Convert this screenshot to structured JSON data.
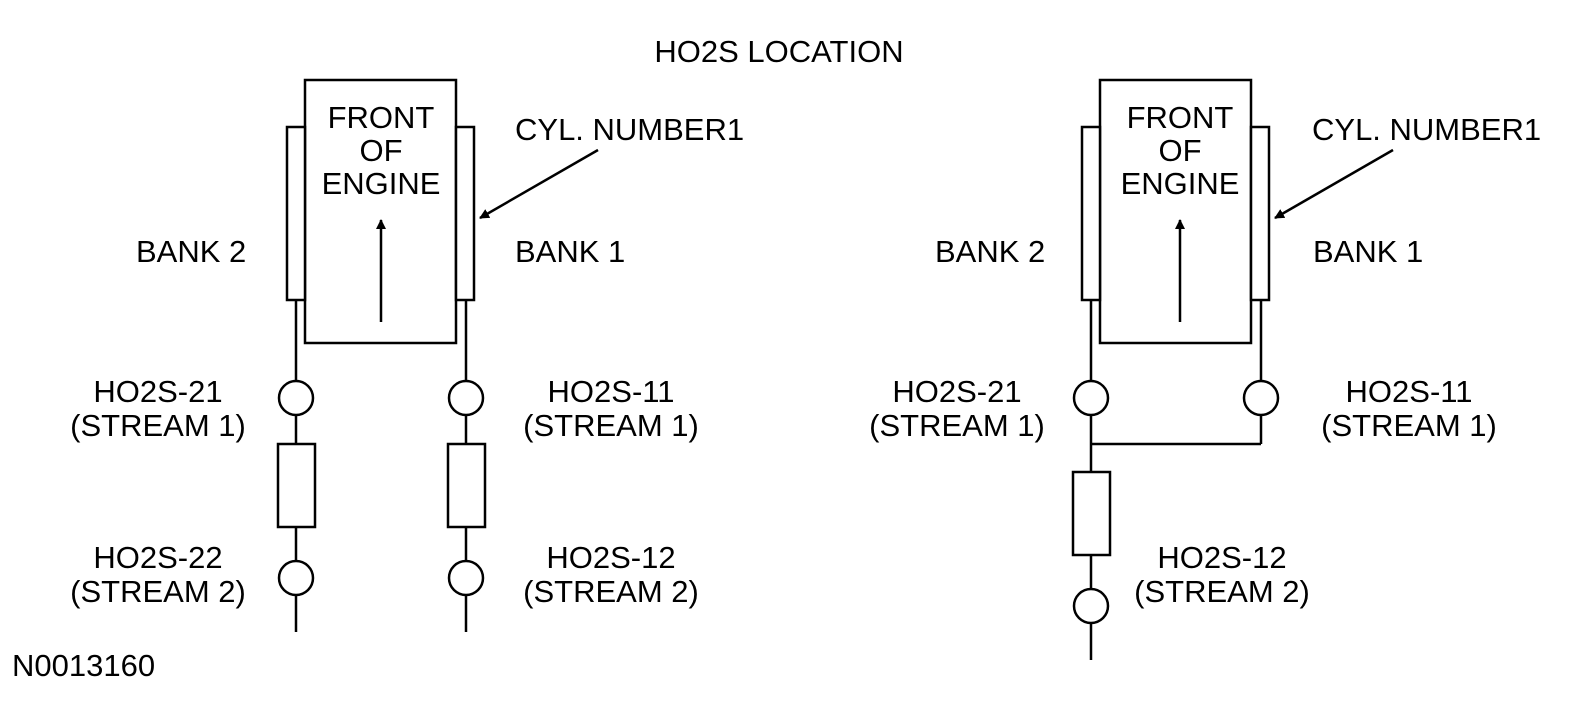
{
  "title": "HO2S LOCATION",
  "figure_id": "N0013160",
  "colors": {
    "ink": "#000000",
    "background": "#ffffff"
  },
  "left_diagram": {
    "front_label": [
      "FRONT",
      "OF",
      "ENGINE"
    ],
    "cylinder_label": "CYL. NUMBER1",
    "bank_left": "BANK 2",
    "bank_right": "BANK 1",
    "sensor_upper_left": {
      "name": "HO2S-21",
      "stream": "(STREAM 1)"
    },
    "sensor_lower_left": {
      "name": "HO2S-22",
      "stream": "(STREAM 2)"
    },
    "sensor_upper_right": {
      "name": "HO2S-11",
      "stream": "(STREAM 1)"
    },
    "sensor_lower_right": {
      "name": "HO2S-12",
      "stream": "(STREAM 2)"
    }
  },
  "right_diagram": {
    "front_label": [
      "FRONT",
      "OF",
      "ENGINE"
    ],
    "cylinder_label": "CYL. NUMBER1",
    "bank_left": "BANK 2",
    "bank_right": "BANK 1",
    "sensor_upper_left": {
      "name": "HO2S-21",
      "stream": "(STREAM 1)"
    },
    "sensor_upper_right": {
      "name": "HO2S-11",
      "stream": "(STREAM 1)"
    },
    "sensor_lower": {
      "name": "HO2S-12",
      "stream": "(STREAM 2)"
    }
  }
}
